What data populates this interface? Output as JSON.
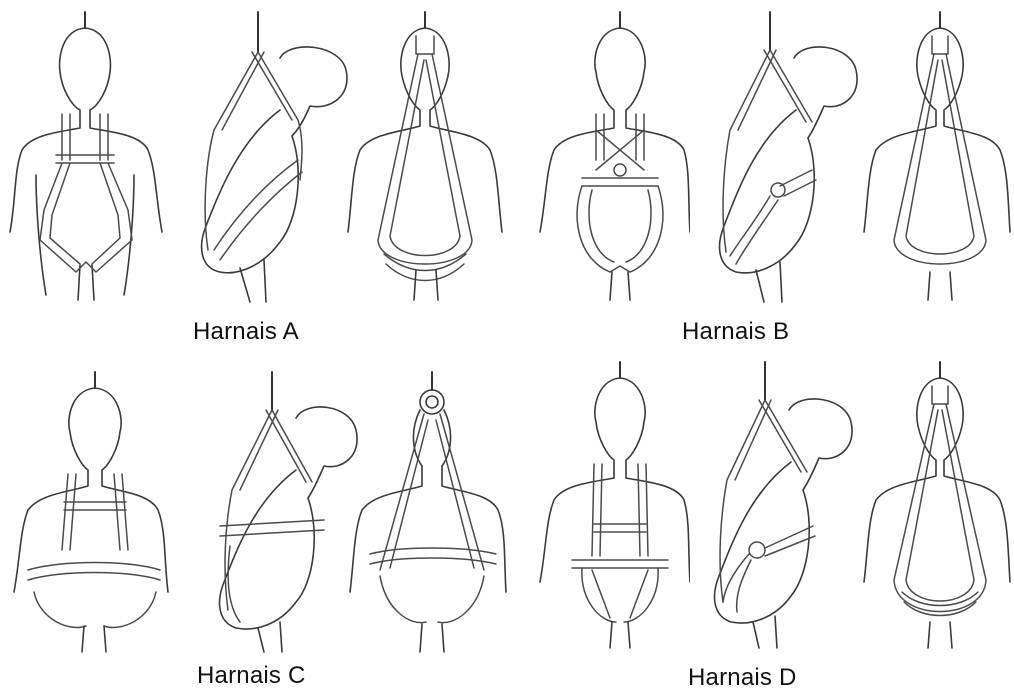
{
  "harnesses": [
    {
      "label": "Harnais A"
    },
    {
      "label": "Harnais B"
    },
    {
      "label": "Harnais C"
    },
    {
      "label": "Harnais D"
    }
  ]
}
